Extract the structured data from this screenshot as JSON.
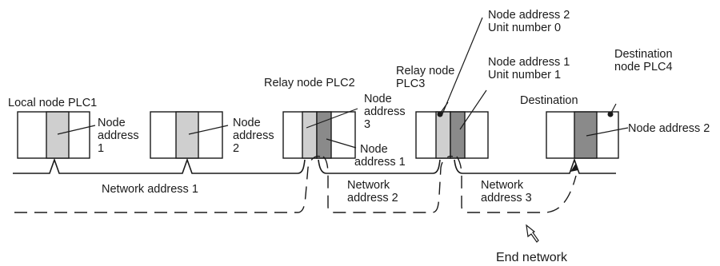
{
  "colors": {
    "light_unit": "#cfcfcf",
    "dark_unit": "#8a8a8a",
    "line": "#1a1a1a"
  },
  "labels": {
    "local_node": "Local node PLC1",
    "node_address_1": [
      "Node",
      "address",
      "1"
    ],
    "node_address_2": [
      "Node",
      "address",
      "2"
    ],
    "relay_node_plc2": "Relay node PLC2",
    "plc2_node_address_3": [
      "Node",
      "address",
      "3"
    ],
    "plc2_node_address_1": [
      "Node",
      "address 1"
    ],
    "relay_node_plc3": [
      "Relay node",
      "PLC3"
    ],
    "plc3_upper": [
      "Node address 2",
      "Unit number 0"
    ],
    "plc3_lower": [
      "Node address 1",
      "Unit number 1"
    ],
    "destination": "Destination",
    "destination_node": [
      "Destination",
      "node PLC4"
    ],
    "plc4_node_address": "Node address 2",
    "network_address_1": "Network address 1",
    "network_address_2": [
      "Network",
      "address 2"
    ],
    "network_address_3": [
      "Network",
      "address 3"
    ],
    "end_network": "End network"
  }
}
